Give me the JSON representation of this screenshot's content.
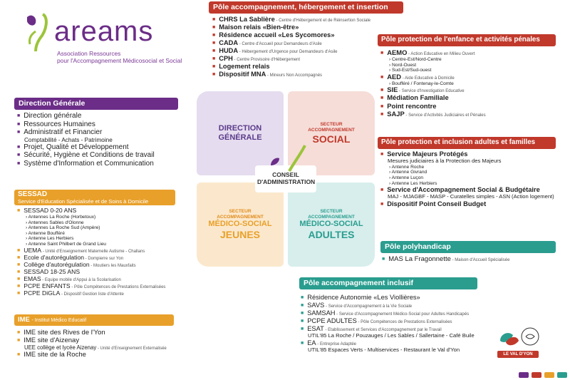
{
  "logo": {
    "name": "areams",
    "sub1": "Association Ressources",
    "sub2": "pour l'Accompagnement Médicosocial et Social"
  },
  "direction": {
    "title": "Direction Générale",
    "items": [
      {
        "label": "Direction générale"
      },
      {
        "label": "Ressources Humaines"
      },
      {
        "label": "Administratif et Financier"
      },
      {
        "label": "Comptabilité - Achats - Patrimoine",
        "plain": true
      },
      {
        "label": "Projet, Qualité et Développement"
      },
      {
        "label": "Sécurité, Hygiène et Conditions de travail"
      },
      {
        "label": "Système d'Information et Communication"
      }
    ]
  },
  "sessad": {
    "title": "SESSAD",
    "subtitle": "Service d'Education Spécialisée et de Soins à Domicile",
    "items": [
      {
        "label": "SESSAD 0-20 ANS",
        "type": "bul"
      },
      {
        "label": "Antennes La Roche (Horbetoux)",
        "type": "sub"
      },
      {
        "label": "Antennes Sables d'Olonne",
        "type": "sub"
      },
      {
        "label": "Antennes La Roche Sud (Ampère)",
        "type": "sub"
      },
      {
        "label": "Antenne Boufféré",
        "type": "sub"
      },
      {
        "label": "Antenne Les Herbiers",
        "type": "sub"
      },
      {
        "label": "Antenne Saint Philbert de Grand Lieu",
        "type": "sub"
      },
      {
        "label": "UEMA",
        "desc": "- Unité d'Enseignement Maternelle Autisme - Challans",
        "type": "bul"
      },
      {
        "label": "Ecole d'autorégulation",
        "desc": "- Dompierre sur Yon",
        "type": "bul"
      },
      {
        "label": "Collège d'autorégulation",
        "desc": "- Moutiers les Mauxfaits",
        "type": "bul"
      },
      {
        "label": "SESSAD 18-25 ANS",
        "type": "bul"
      },
      {
        "label": "EMAS",
        "desc": "- Equipe mobile d'Appui à la Scolarisation",
        "type": "bul"
      },
      {
        "label": "PCPE ENFANTS",
        "desc": "- Pôle Compétences de Prestations Externalisées",
        "type": "bul"
      },
      {
        "label": "PCPE DiGLA",
        "desc": "- Dispositif Gestion liste d'Attente",
        "type": "bul"
      }
    ]
  },
  "ime": {
    "title": "IME",
    "subtitle": "- Institut Médico Educatif",
    "items": [
      {
        "label": "IME site des Rives de l'Yon",
        "type": "bul"
      },
      {
        "label": "IME site d'Aizenay",
        "type": "bul"
      },
      {
        "label": "UEE collège et lycée Aizenay",
        "desc": "- Unité d'Enseignement Externalisée",
        "type": "plain"
      },
      {
        "label": "IME site de la Roche",
        "type": "bul"
      }
    ]
  },
  "hebergement": {
    "title": "Pôle accompagnement, hébergement et insertion",
    "items": [
      {
        "label": "CHRS La Sablière",
        "desc": "- Centre d'Hébergement et de Réinsertion Sociale"
      },
      {
        "label": "Maison relais «Bien-être»"
      },
      {
        "label": "Résidence accueil «Les Sycomores»"
      },
      {
        "label": "CADA",
        "desc": "- Centre d'Accueil pour Demandeurs d'Asile"
      },
      {
        "label": "HUDA",
        "desc": "- Hébergement d'Urgence pour Demandeurs d'Asile"
      },
      {
        "label": "CPH",
        "desc": "- Centre Provisoire d'Hébergement"
      },
      {
        "label": "Logement relais"
      },
      {
        "label": "Dispositif MNA",
        "desc": "- Mineurs Non Accompagnés"
      }
    ]
  },
  "enfance": {
    "title": "Pôle protection de l'enfance et activités pénales",
    "items": [
      {
        "label": "AEMO",
        "desc": "- Action Educative en Milieu Ouvert",
        "type": "bul"
      },
      {
        "label": "Centre-Est/Nord-Centre",
        "type": "sub"
      },
      {
        "label": "Nord-Ouest",
        "type": "sub"
      },
      {
        "label": "Sud-Est/Sud-ouest",
        "type": "sub"
      },
      {
        "label": "AED",
        "desc": "- Aide Educative à Domicile",
        "type": "bul"
      },
      {
        "label": "Boufféré / Fontenay-le-Comte",
        "type": "sub"
      },
      {
        "label": "SIE",
        "desc": "- Service d'Investigation Educative",
        "type": "bul"
      },
      {
        "label": "Médiation Familiale",
        "type": "bul"
      },
      {
        "label": "Point rencontre",
        "type": "bul"
      },
      {
        "label": "SAJP",
        "desc": "- Service d'Activités Judiciaires et Pénales",
        "type": "bul"
      }
    ]
  },
  "adultes": {
    "title": "Pôle protection et inclusion adultes et familles",
    "items": [
      {
        "label": "Service Majeurs Protégés",
        "type": "bul"
      },
      {
        "label": "Mesures judiciaires à la Protection des Majeurs",
        "type": "plain"
      },
      {
        "label": "Antenne Roche",
        "type": "sub"
      },
      {
        "label": "Antenne Givrand",
        "type": "sub"
      },
      {
        "label": "Antenne Luçon",
        "type": "sub"
      },
      {
        "label": "Antenne Les Herbiers",
        "type": "sub"
      },
      {
        "label": "Service d'Accompagnement Social & Budgétaire",
        "type": "bul"
      },
      {
        "label": "MAJ - MJAGBF - MASP - Curatelles simples - ASN (Action logement)",
        "type": "plain"
      },
      {
        "label": "Dispositif Point Conseil Budget",
        "type": "bul"
      }
    ]
  },
  "polyhandicap": {
    "title": "Pôle polyhandicap",
    "items": [
      {
        "label": "MAS La Fragonnette",
        "desc": "- Maison d'Accueil Spécialisée"
      }
    ]
  },
  "inclusif": {
    "title": "Pôle accompagnement inclusif",
    "items": [
      {
        "label": "Résidence Autonomie «Les Viollières»",
        "type": "bul"
      },
      {
        "label": "SAVS",
        "desc": "- Service d'Accompagnement à la Vie Sociale",
        "type": "bul"
      },
      {
        "label": "SAMSAH",
        "desc": "- Service d'Accompagnement Médico-Social pour Adultes Handicapés",
        "type": "bul"
      },
      {
        "label": "PCPE ADULTES",
        "desc": "- Pôle Compétences de Prestations Externalisées",
        "type": "bul"
      },
      {
        "label": "ESAT",
        "desc": "- Etablissement et Services d'Accompagnement par le Travail",
        "type": "bul"
      },
      {
        "label": "UTIL'85 La Roche / Pouzauges / Les Sables / Sallertaine - Café Buile",
        "type": "plain"
      },
      {
        "label": "EA",
        "desc": "- Entreprise Adaptée",
        "type": "bul"
      },
      {
        "label": "UTIL'85 Espaces Verts - Multiservices - Restaurant le Val d'Yon",
        "type": "plain"
      }
    ]
  },
  "center": {
    "dg": "DIRECTION GÉNÉRALE",
    "soc_small": "SECTEUR ACCOMPAGNEMENT",
    "soc_big": "SOCIAL",
    "mj_small": "SECTEUR ACCOMPAGNEMENT",
    "mj_mid": "MÉDICO-SOCIAL",
    "mj_big": "JEUNES",
    "ma_small": "SECTEUR ACCOMPAGNEMENT",
    "ma_mid": "MÉDICO-SOCIAL",
    "ma_big": "ADULTES",
    "ca": "CONSEIL D'ADMINISTRATION"
  },
  "colors": {
    "red": "#c0392b",
    "purple": "#6b2d87",
    "orange": "#e8a02a",
    "teal": "#2a9d8f"
  },
  "brand": {
    "lva": "LE VAL D'YON"
  }
}
